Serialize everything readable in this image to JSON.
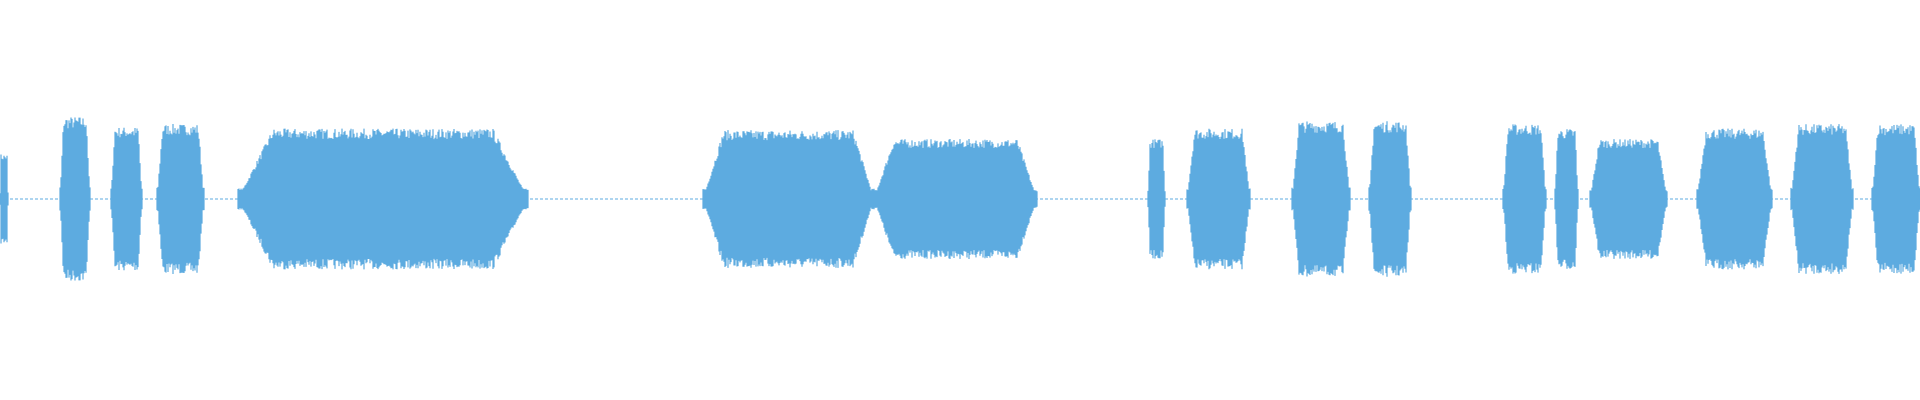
{
  "waveform": {
    "color": "#5dabe0",
    "background": "#ffffff",
    "segments": [
      {
        "start": 0.0,
        "end": 0.004,
        "amp": 0.3
      },
      {
        "start": 0.031,
        "end": 0.047,
        "amp": 0.55
      },
      {
        "start": 0.058,
        "end": 0.074,
        "amp": 0.48
      },
      {
        "start": 0.082,
        "end": 0.106,
        "amp": 0.5
      },
      {
        "start": 0.124,
        "end": 0.275,
        "amp": 0.47
      },
      {
        "start": 0.366,
        "end": 0.455,
        "amp": 0.46
      },
      {
        "start": 0.455,
        "end": 0.54,
        "amp": 0.4
      },
      {
        "start": 0.598,
        "end": 0.607,
        "amp": 0.4
      },
      {
        "start": 0.618,
        "end": 0.651,
        "amp": 0.47
      },
      {
        "start": 0.673,
        "end": 0.703,
        "amp": 0.52
      },
      {
        "start": 0.713,
        "end": 0.735,
        "amp": 0.52
      },
      {
        "start": 0.783,
        "end": 0.805,
        "amp": 0.5
      },
      {
        "start": 0.81,
        "end": 0.822,
        "amp": 0.47
      },
      {
        "start": 0.828,
        "end": 0.868,
        "amp": 0.4
      },
      {
        "start": 0.884,
        "end": 0.923,
        "amp": 0.47
      },
      {
        "start": 0.933,
        "end": 0.965,
        "amp": 0.5
      },
      {
        "start": 0.975,
        "end": 1.0,
        "amp": 0.5
      }
    ]
  }
}
